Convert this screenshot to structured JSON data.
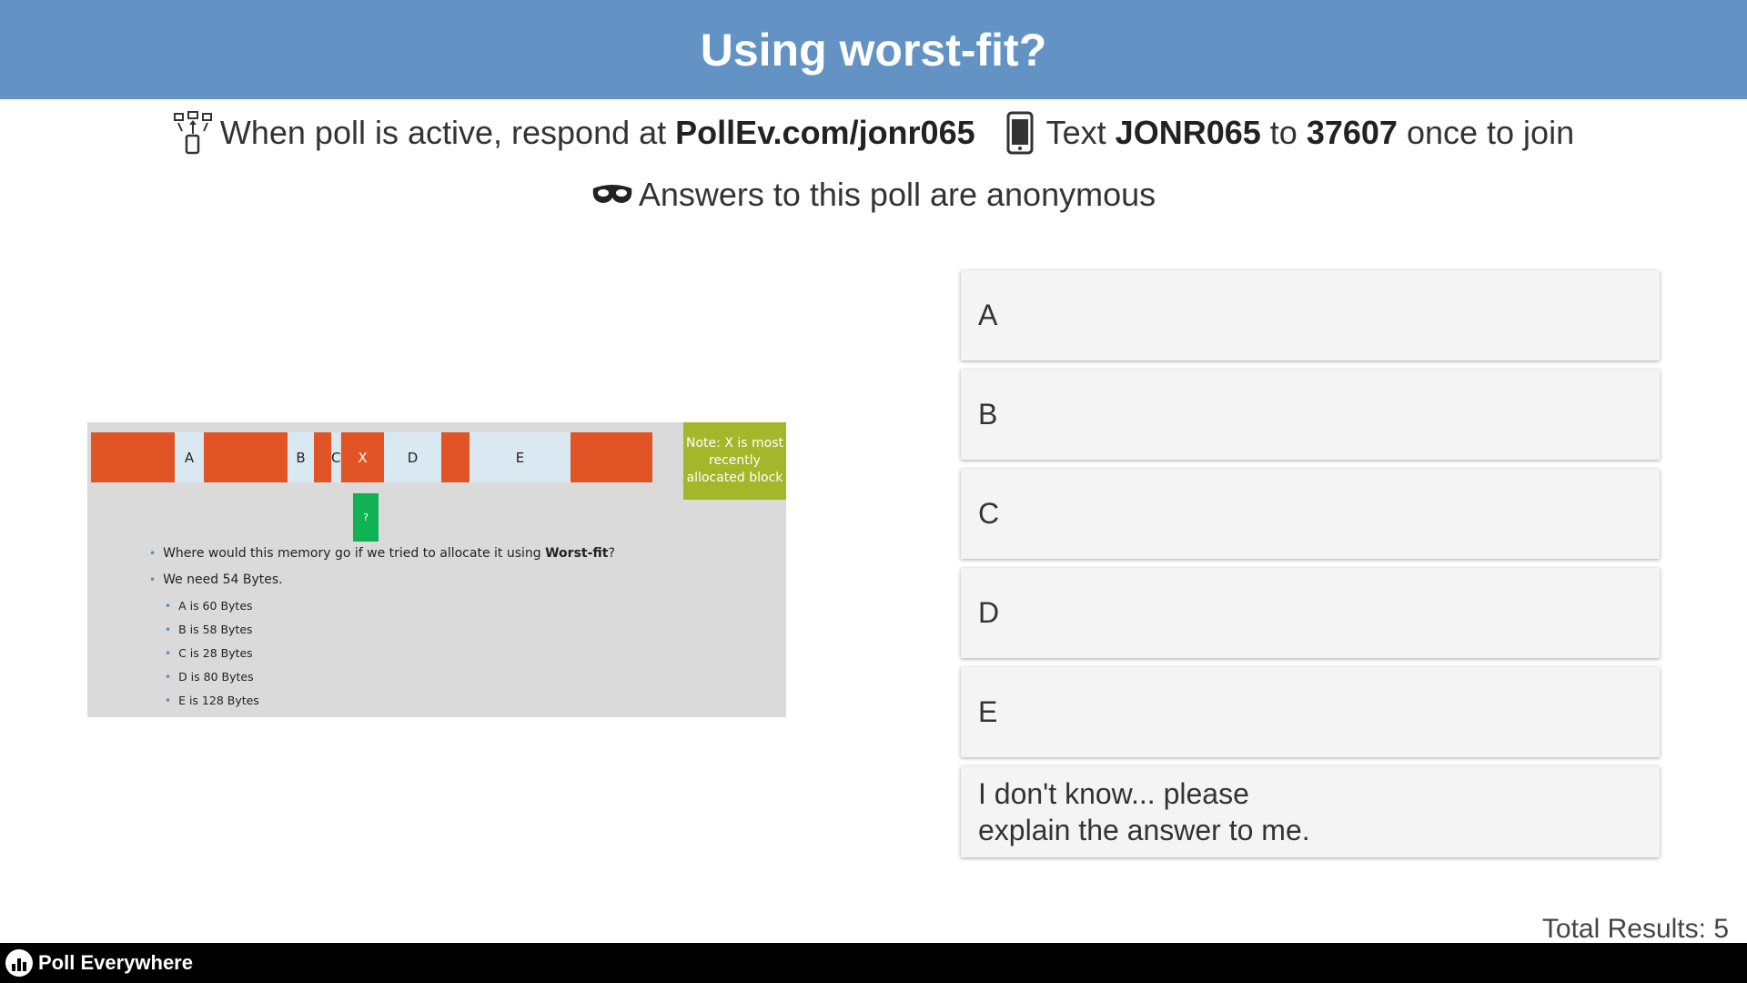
{
  "header": {
    "title": "Using worst-fit?",
    "bg": "#6293c4"
  },
  "instructions": {
    "respond_prefix": "When poll is active, respond at",
    "url": "PollEv.com/jonr065",
    "text_prefix": "Text",
    "code": "JONR065",
    "to": "to",
    "number": "37607",
    "suffix": "once to join",
    "anonymous": "Answers to this poll are anonymous",
    "icons": [
      "network-icon",
      "phone-icon",
      "mask-icon"
    ]
  },
  "slide": {
    "blocks": [
      "",
      "A",
      "",
      "B",
      "C",
      "X",
      "D",
      "",
      "E",
      ""
    ],
    "note": "Note: X is most recently allocated block",
    "request_label": "?",
    "question_prefix": "Where would this memory go if we tried to allocate it using",
    "question_bold": "Worst-fit",
    "question_suffix": "?",
    "need": "We need 54 Bytes.",
    "sizes": [
      "A is 60 Bytes",
      "B is 58 Bytes",
      "C is 28 Bytes",
      "D is 80 Bytes",
      "E is 128 Bytes"
    ],
    "colors": {
      "used": "#e05426",
      "free": "#dae9f1",
      "note": "#a2b72a",
      "request": "#11b254"
    }
  },
  "choices": [
    "A",
    "B",
    "C",
    "D",
    "E",
    "I don't know... please",
    "explain the answer to me."
  ],
  "total_results": "Total Results: 5",
  "footer": {
    "brand": "Poll Everywhere"
  }
}
